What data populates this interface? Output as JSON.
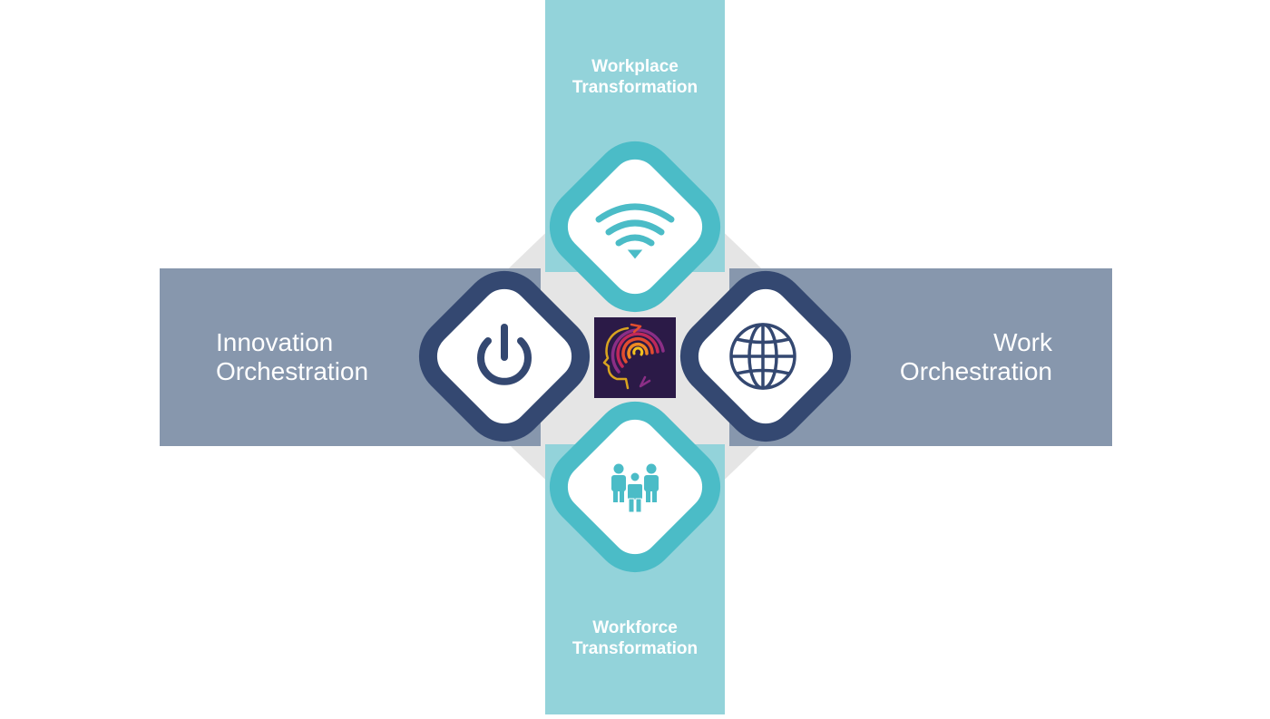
{
  "diagram": {
    "top": {
      "line1": "Workplace",
      "line2": "Transformation",
      "icon": "wifi-icon"
    },
    "bottom": {
      "line1": "Workforce",
      "line2": "Transformation",
      "icon": "people-icon"
    },
    "left": {
      "line1": "Innovation",
      "line2": "Orchestration",
      "icon": "power-icon"
    },
    "right": {
      "line1": "Work",
      "line2": "Orchestration",
      "icon": "globe-icon"
    },
    "center": {
      "icon": "head-spiral-logo-icon"
    }
  },
  "colors": {
    "vertical_band": "#93d3da",
    "horizontal_band": "#8797ad",
    "backdrop_diamond": "#e5e5e5",
    "teal_ring": "#4bbcc7",
    "navy_ring": "#344871",
    "logo_bg": "#2b1a47"
  }
}
